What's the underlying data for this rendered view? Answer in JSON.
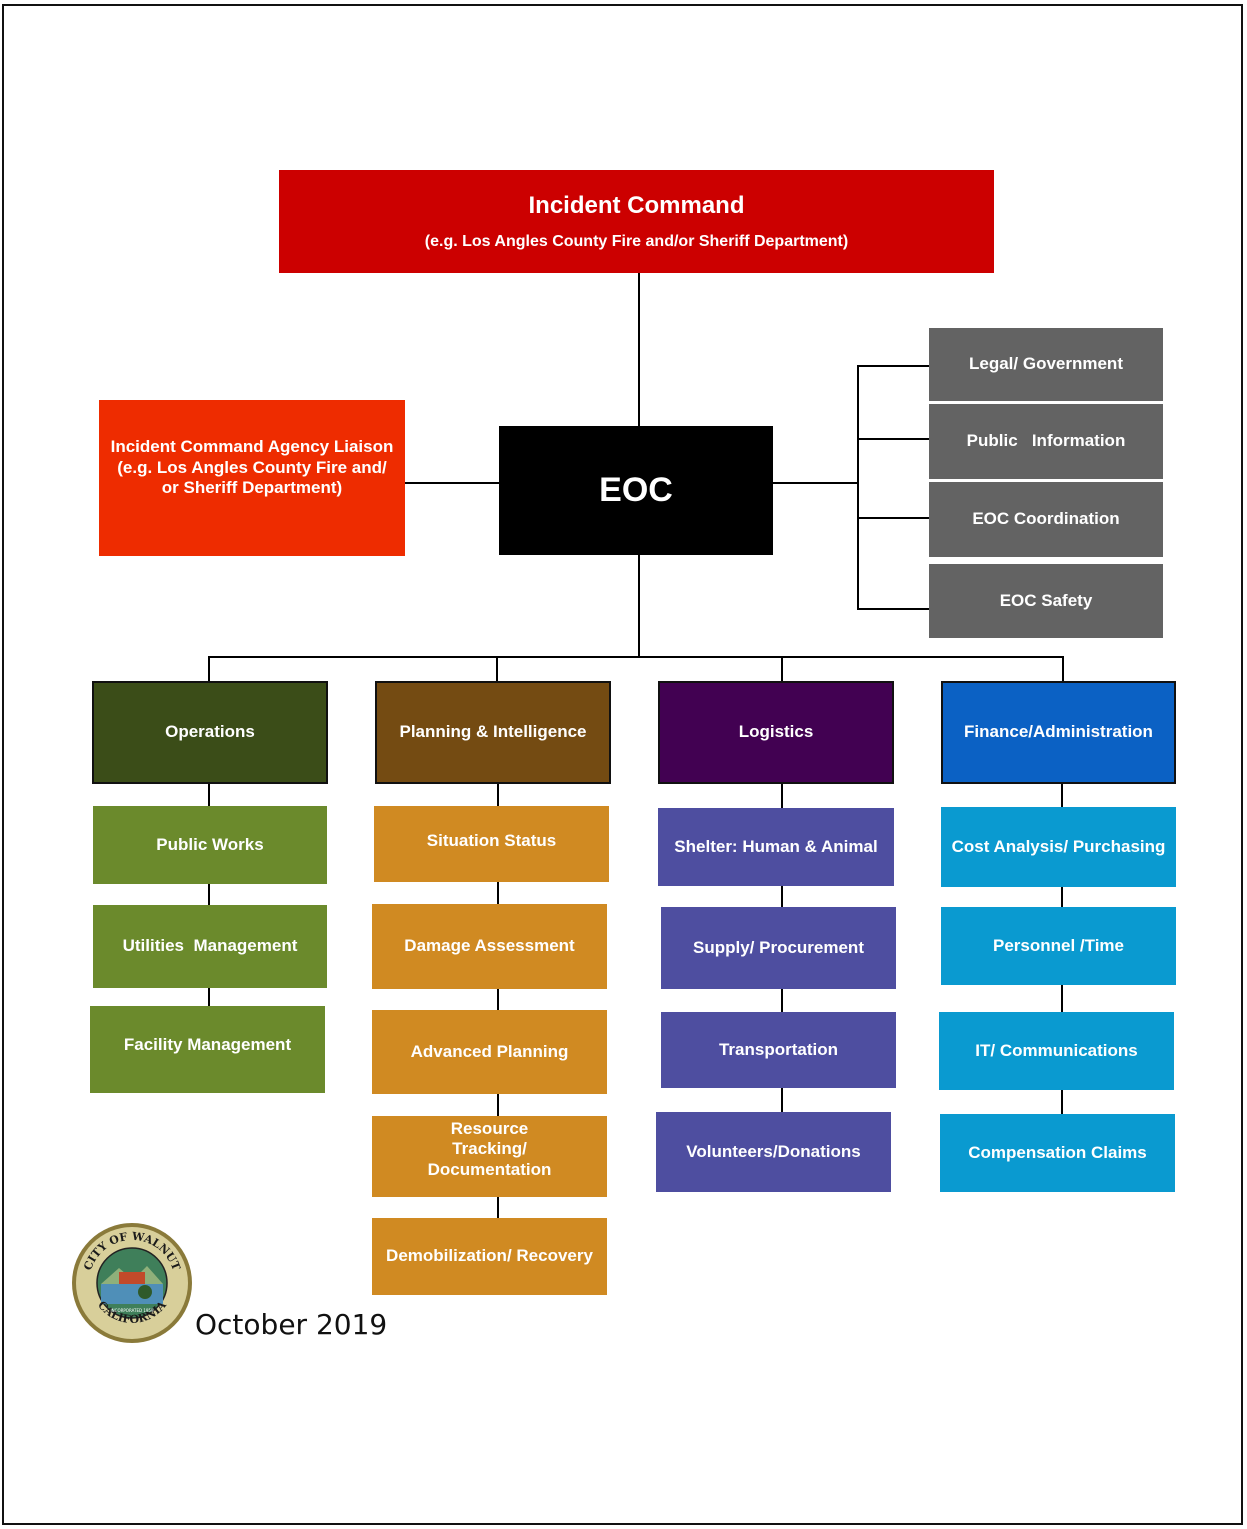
{
  "incident_command": {
    "title": "Incident Command",
    "subtitle": "(e.g. Los Angles County Fire and/or Sheriff Department)"
  },
  "liaison": {
    "line1": "Incident Command Agency Liaison",
    "line2": "(e.g. Los Angles County Fire and/",
    "line3": "or Sheriff Department)"
  },
  "eoc": {
    "label": "EOC"
  },
  "staff": [
    {
      "label": "Legal/ Government"
    },
    {
      "label": "Public   Information"
    },
    {
      "label": "EOC Coordination"
    },
    {
      "label": "EOC Safety"
    }
  ],
  "sections": [
    {
      "label": "Operations",
      "color": "#3b4d18",
      "units": [
        "Public Works",
        "Utilities  Management",
        "Facility Management"
      ],
      "unit_color": "#6b8a2c"
    },
    {
      "label": "Planning & Intelligence",
      "color": "#744b12",
      "units": [
        "Situation Status",
        "Damage Assessment",
        "Advanced Planning",
        "Resource Tracking/ Documentation",
        "Demobilization/ Recovery"
      ],
      "unit_color": "#d08a22"
    },
    {
      "label": "Logistics",
      "color": "#420152",
      "units": [
        "Shelter: Human & Animal",
        "Supply/ Procurement",
        "Transportation",
        "Volunteers/Donations"
      ],
      "unit_color": "#4e4ea0"
    },
    {
      "label": "Finance/Administration",
      "color": "#0b61c4",
      "units": [
        "Cost Analysis/ Purchasing",
        "Personnel /Time",
        "IT/ Communications",
        "Compensation Claims"
      ],
      "unit_color": "#0a9ad0"
    }
  ],
  "seal": {
    "text_top": "CITY OF WALNUT",
    "text_bottom": "CALIFORNIA",
    "incorporated": "INCORPORATED 1959"
  },
  "footer": {
    "date": "October 2019"
  },
  "colors": {
    "incident_command": "#cc0000",
    "liaison": "#ee2c00",
    "eoc": "#000000",
    "staff": "#636363"
  }
}
